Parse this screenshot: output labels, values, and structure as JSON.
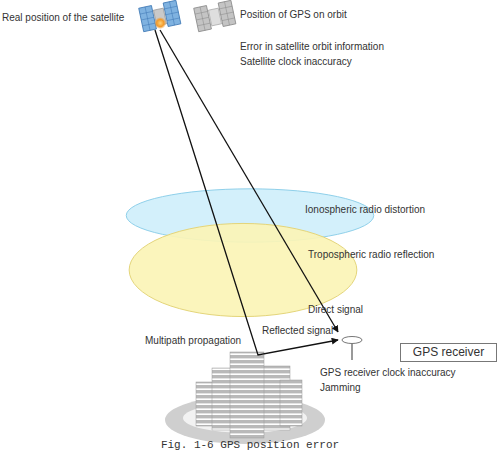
{
  "diagram": {
    "caption": "Fig. 1-6 GPS position error",
    "nodes": [
      {
        "text": [
          "Real position of the satellite"
        ]
      },
      {
        "text": [
          "Position of GPS on orbit"
        ]
      },
      {
        "text": [
          "Ionospheric radio distortion"
        ]
      },
      {
        "text": [
          "Tropospheric radio reflection"
        ]
      },
      {
        "text": [
          "GPS receiver"
        ]
      }
    ],
    "edges": [
      {
        "from": 0,
        "to": 4,
        "arrow": "to",
        "label": "Direct signal"
      },
      {
        "from": 0,
        "to": 4,
        "arrow": "to",
        "label": "Reflected signal"
      }
    ],
    "labels": [
      "Error in satellite orbit information",
      "Satellite clock inaccuracy",
      "Multipath propagation",
      "GPS receiver clock inaccuracy",
      "Jamming"
    ]
  }
}
